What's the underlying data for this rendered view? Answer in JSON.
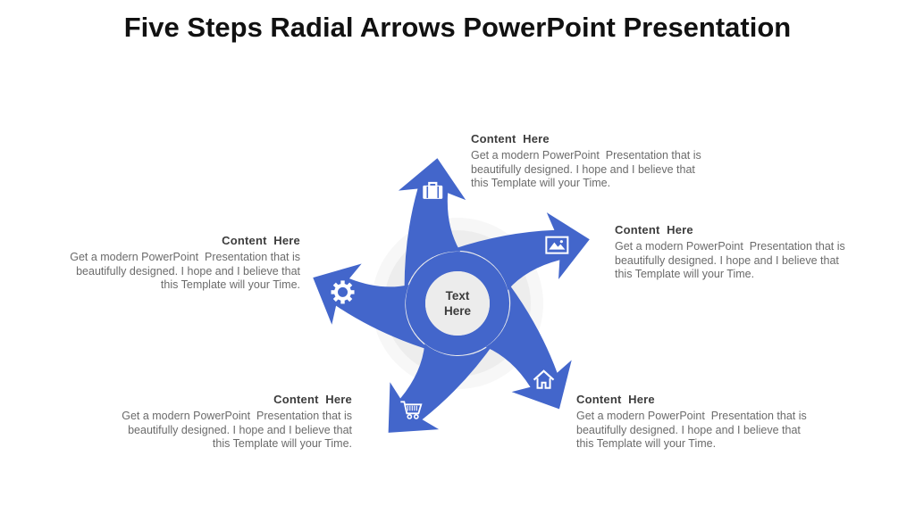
{
  "slide": {
    "title": "Five Steps Radial Arrows PowerPoint Presentation",
    "center_label": "Text Here"
  },
  "colors": {
    "arrow_blue": "#4366CB",
    "halo_outer": "#f7f7f7",
    "halo_inner": "#ededed",
    "hub_fill": "#ececec",
    "title_text": "#111111",
    "heading_text": "#3d3d3d",
    "body_text": "#6b6b6b",
    "icon_white": "#ffffff"
  },
  "steps": [
    {
      "position": "top",
      "icon": "briefcase-icon",
      "align": "left",
      "heading": "Content  Here",
      "body": "Get a modern PowerPoint  Presentation that is beautifully designed. I hope and I believe that this Template will your Time."
    },
    {
      "position": "right",
      "icon": "picture-icon",
      "align": "left",
      "heading": "Content  Here",
      "body": "Get a modern PowerPoint  Presentation that is beautifully designed. I hope and I believe that this Template will your Time."
    },
    {
      "position": "bottom-right",
      "icon": "home-icon",
      "align": "left",
      "heading": "Content  Here",
      "body": "Get a modern PowerPoint  Presentation that is beautifully designed. I hope and I believe that this Template will your Time."
    },
    {
      "position": "bottom-left",
      "icon": "cart-icon",
      "align": "right",
      "heading": "Content  Here",
      "body": "Get a modern PowerPoint  Presentation that is beautifully designed. I hope and I believe that this Template will your Time."
    },
    {
      "position": "left",
      "icon": "gear-icon",
      "align": "right",
      "heading": "Content  Here",
      "body": "Get a modern PowerPoint  Presentation that is beautifully designed. I hope and I believe that this Template will your Time."
    }
  ]
}
